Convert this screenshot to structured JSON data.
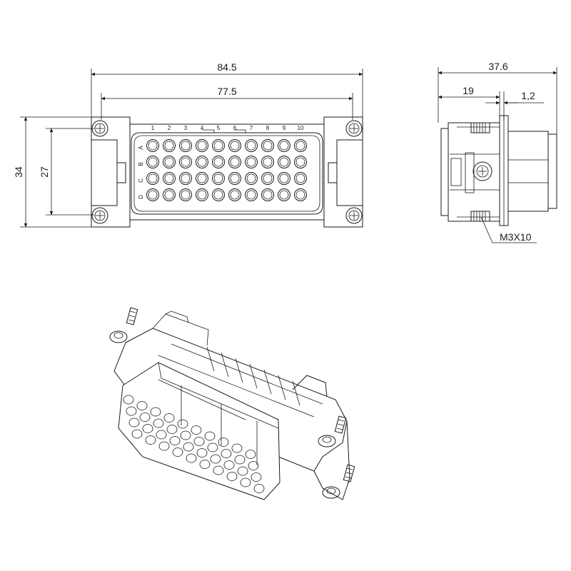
{
  "dimensions": {
    "overall_width": "84.5",
    "inner_width": "77.5",
    "overall_height": "34",
    "inner_height": "27",
    "side_depth": "37.6",
    "side_partial": "19",
    "side_thickness": "1,2",
    "screw_spec": "M3X10"
  },
  "pin_columns": [
    "1",
    "2",
    "3",
    "4",
    "5",
    "6",
    "7",
    "8",
    "9",
    "10"
  ],
  "pin_rows": [
    "A",
    "B",
    "C",
    "D"
  ]
}
